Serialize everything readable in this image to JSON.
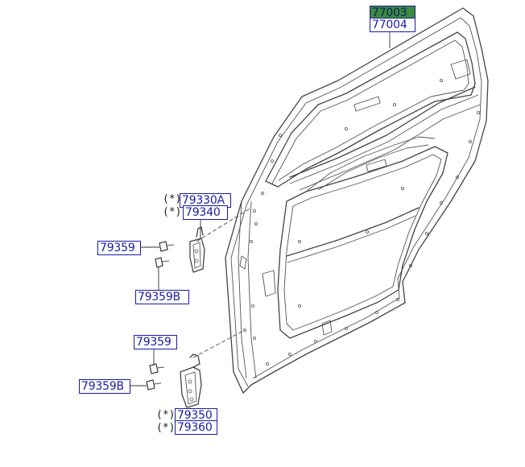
{
  "diagram": {
    "labels": [
      {
        "id": "p1",
        "text": "77003",
        "highlighted": true
      },
      {
        "id": "p2",
        "text": "77004",
        "highlighted": false
      },
      {
        "id": "p3",
        "text": "79330A",
        "highlighted": false,
        "note": "(*)"
      },
      {
        "id": "p4",
        "text": "79340",
        "highlighted": false,
        "note": "(*)"
      },
      {
        "id": "p5",
        "text": "79359",
        "highlighted": false
      },
      {
        "id": "p6",
        "text": "79359B",
        "highlighted": false
      },
      {
        "id": "p7",
        "text": "79359",
        "highlighted": false
      },
      {
        "id": "p8",
        "text": "79359B",
        "highlighted": false
      },
      {
        "id": "p9",
        "text": "79350",
        "highlighted": false,
        "note": "(*)"
      },
      {
        "id": "p10",
        "text": "79360",
        "highlighted": false,
        "note": "(*)"
      }
    ],
    "colors": {
      "label_border": "#1a1aa8",
      "label_text": "#1a1aa8",
      "highlight_fill": "#3c8a3c",
      "line_art": "#444444"
    }
  }
}
